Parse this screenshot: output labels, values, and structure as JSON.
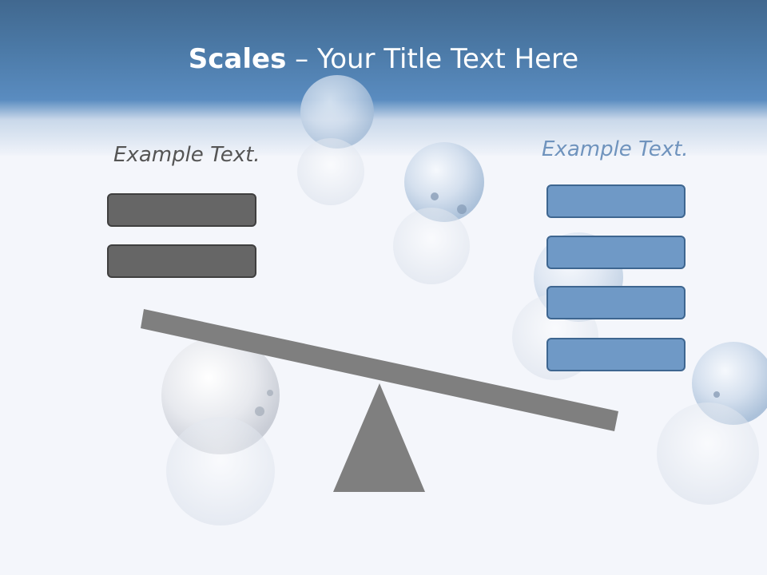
{
  "slide": {
    "title_strong": "Scales",
    "title_rest": " – Your Title Text Here",
    "left_label": "Example Text.",
    "right_label": "Example Text.",
    "left_boxes": [
      "",
      ""
    ],
    "right_boxes": [
      "",
      "",
      "",
      ""
    ]
  },
  "colors": {
    "title_band": "#4b79a6",
    "gray_box": "#666666",
    "blue_box": "#6f99c6",
    "scale": "#7f7f7f"
  },
  "icons": [
    "glass-sphere-decoration",
    "seesaw-scale"
  ]
}
